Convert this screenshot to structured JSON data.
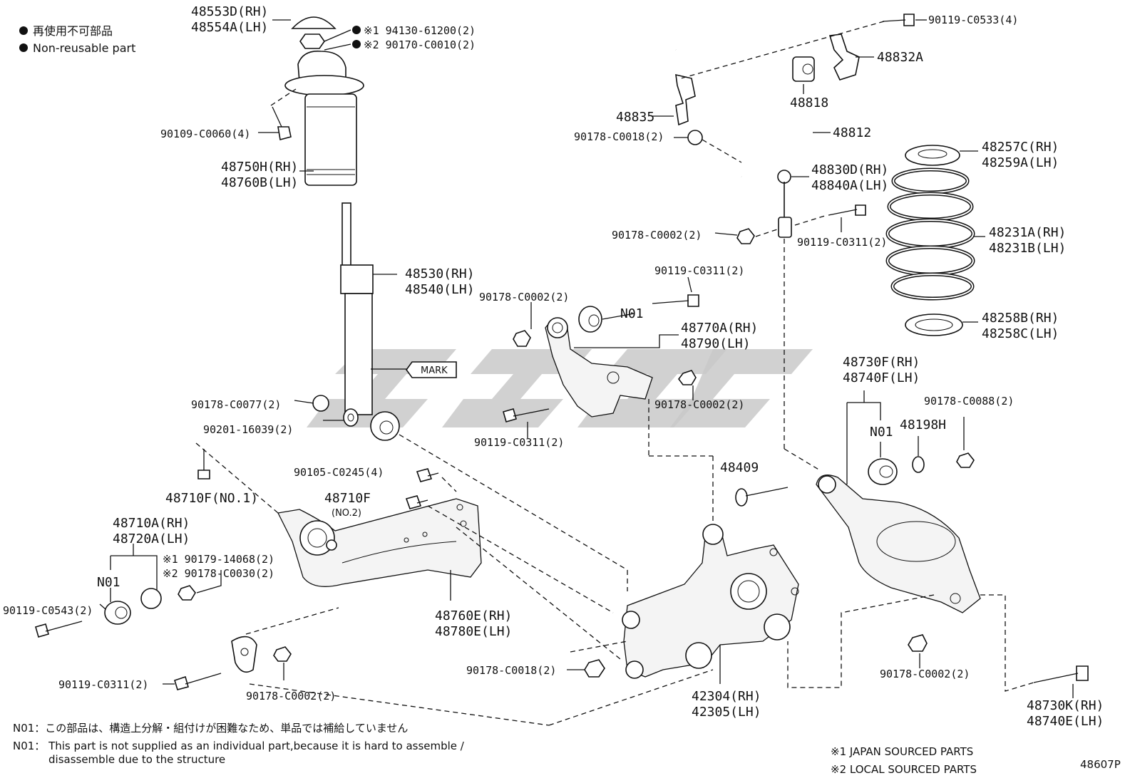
{
  "legend": {
    "jp": "再使用不可部品",
    "en": "Non-reusable part"
  },
  "labels": {
    "p48553D": "48553D(RH)",
    "p48554A": "48554A(LH)",
    "p194130": "※1 94130-61200(2)",
    "p290170": "※2 90170-C0010(2)",
    "p90109": "90109-C0060(4)",
    "p48750H": "48750H(RH)",
    "p48760B": "48760B(LH)",
    "p48530": "48530(RH)",
    "p48540": "48540(LH)",
    "mark": "MARK",
    "p90178_C0077": "90178-C0077(2)",
    "p90201": "90201-16039(2)",
    "p90105": "90105-C0245(4)",
    "p48710F_no1": "48710F(NO.1)",
    "p48710F": "48710F",
    "p48710F_no2": "(NO.2)",
    "p48710A": "48710A(RH)",
    "p48720A": "48720A(LH)",
    "n01_a": "N01",
    "p190179": "※1 90179-14068(2)",
    "p290178_C0030": "※2 90178-C0030(2)",
    "p90119_C0543": "90119-C0543(2)",
    "p90119_C0311_a": "90119-C0311(2)",
    "p90178_C0002_a": "90178-C0002(2)",
    "p48760E": "48760E(RH)",
    "p48780E": "48780E(LH)",
    "p90178_C0018_a": "90178-C0018(2)",
    "p42304": "42304(RH)",
    "p42305": "42305(LH)",
    "p48409": "48409",
    "p90119_C0311_b": "90119-C0311(2)",
    "p90178_C0002_b": "90178-C0002(2)",
    "n01_b": "N01",
    "p48770A": "48770A(RH)",
    "p48790": "48790(LH)",
    "p90178_C0002_c": "90178-C0002(2)",
    "p90119_C0311_c": "90119-C0311(2)",
    "p90119_C0533": "90119-C0533(4)",
    "p48832A": "48832A",
    "p48818": "48818",
    "p48835": "48835",
    "p90178_C0018_b": "90178-C0018(2)",
    "p48812": "48812",
    "p48830D": "48830D(RH)",
    "p48840A": "48840A(LH)",
    "p90178_C0002_d": "90178-C0002(2)",
    "p90119_C0311_d": "90119-C0311(2)",
    "p48257C": "48257C(RH)",
    "p48259A": "48259A(LH)",
    "p48231A": "48231A(RH)",
    "p48231B": "48231B(LH)",
    "p48258B": "48258B(RH)",
    "p48258C": "48258C(LH)",
    "p48730F": "48730F(RH)",
    "p48740F": "48740F(LH)",
    "n01_c": "N01",
    "p48198H": "48198H",
    "p90178_C0088": "90178-C0088(2)",
    "p90178_C0002_e": "90178-C0002(2)",
    "p48730K": "48730K(RH)",
    "p48740E": "48740E(LH)"
  },
  "notes": {
    "n01_jp": "N01：この部品は、構造上分解・組付けが困難なため、単品では補給していません",
    "n01_en_1": "N01： This part is not supplied as an individual part,because it is hard to assemble /",
    "n01_en_2": "disassemble due to the structure",
    "japan_sourced": "※1 JAPAN SOURCED PARTS",
    "local_sourced": "※2 LOCAL SOURCED PARTS",
    "diagram_id": "48607P"
  }
}
